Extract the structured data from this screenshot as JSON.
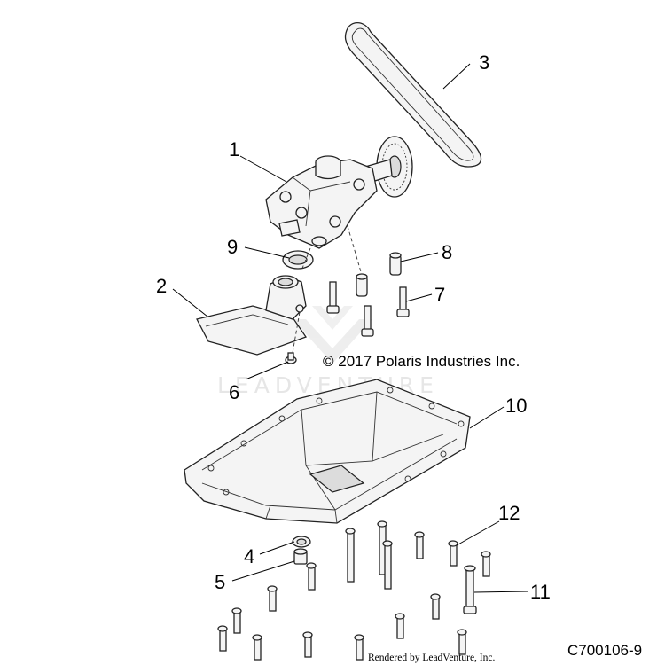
{
  "callouts": {
    "c1": "1",
    "c2": "2",
    "c3": "3",
    "c4": "4",
    "c5": "5",
    "c6": "6",
    "c7": "7",
    "c8": "8",
    "c9": "9",
    "c10": "10",
    "c11": "11",
    "c12": "12"
  },
  "copyright": "© 2017 Polaris Industries Inc.",
  "diagram_id": "C700106-9",
  "rendered_by": "Rendered by LeadVenture, Inc.",
  "watermark": "LEADVENTURE",
  "colors": {
    "line": "#222222",
    "fill": "#f4f4f4",
    "watermark": "#e6e6e6"
  }
}
